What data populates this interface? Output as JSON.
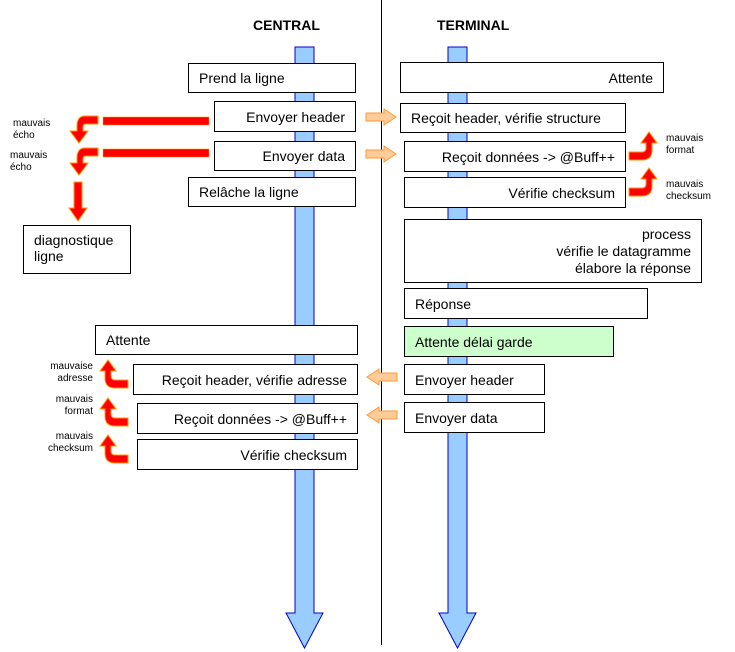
{
  "headers": {
    "central": "CENTRAL",
    "terminal": "TERMINAL"
  },
  "colors": {
    "lifeline_fill": "#99ccff",
    "lifeline_stroke": "#0000cc",
    "error_arrow": "#ff0000",
    "error_arrow_edge": "#ff9900",
    "message_arrow": "#ffcc99",
    "message_arrow_edge": "#ff9933",
    "highlight_box": "#ccffcc"
  },
  "central": {
    "prend_ligne": "Prend la ligne",
    "envoyer_header": "Envoyer header",
    "envoyer_data": "Envoyer data",
    "relache_ligne": "Relâche la ligne",
    "diagnostique": [
      "diagnostique",
      "ligne"
    ],
    "attente": "Attente",
    "recoit_header": "Reçoit header, vérifie adresse",
    "recoit_donnees": "Reçoit données -> @Buff++",
    "verifie_checksum": "Vérifie checksum"
  },
  "terminal": {
    "attente": "Attente",
    "recoit_header": "Reçoit header, vérifie structure",
    "recoit_donnees": "Reçoit données -> @Buff++",
    "verifie_checksum": "Vérifie checksum",
    "process": [
      "process",
      "vérifie le datagramme",
      "élabore la réponse"
    ],
    "reponse": "Réponse",
    "attente_delai": "Attente délai garde",
    "envoyer_header": "Envoyer header",
    "envoyer_data": "Envoyer data"
  },
  "errors": {
    "mauvais_echo_1": [
      "mauvais",
      "écho"
    ],
    "mauvais_echo_2": [
      "mauvais",
      "écho"
    ],
    "term_format": [
      "mauvais",
      "format"
    ],
    "term_checksum": [
      "mauvais",
      "checksum"
    ],
    "central_adresse": [
      "mauvaise",
      "adresse"
    ],
    "central_format": [
      "mauvais",
      "format"
    ],
    "central_checksum": [
      "mauvais",
      "checksum"
    ]
  }
}
